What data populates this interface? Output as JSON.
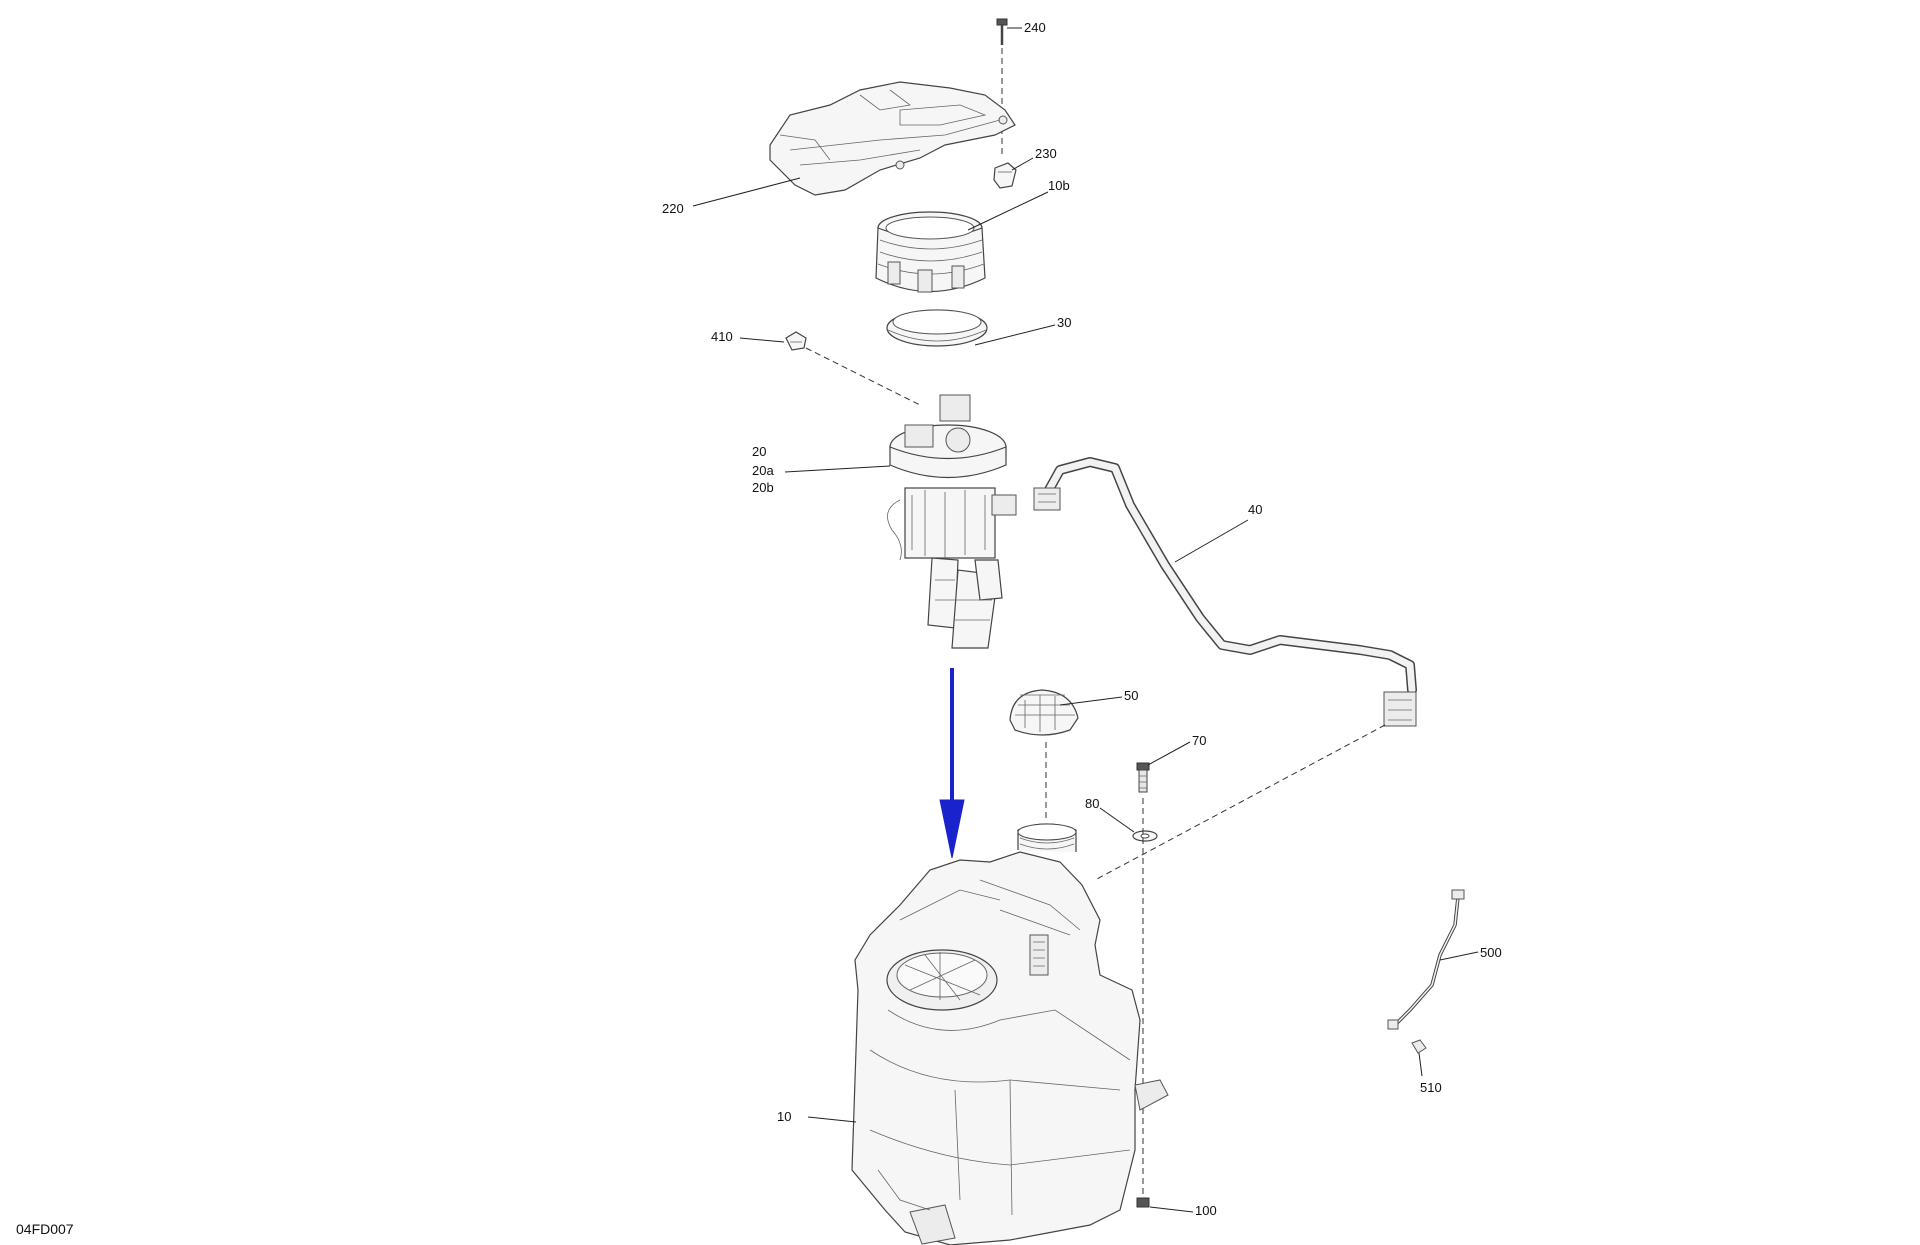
{
  "figure_ref": "04FD007",
  "colors": {
    "arrow": "#1a22cc",
    "line": "#222222",
    "part_fill": "#f6f6f6"
  },
  "callouts": {
    "c240": "240",
    "c230": "230",
    "c220": "220",
    "c10b": "10b",
    "c30": "30",
    "c410": "410",
    "c20": "20",
    "c20a": "20a",
    "c20b": "20b",
    "c40": "40",
    "c50": "50",
    "c70": "70",
    "c80": "80",
    "c500": "500",
    "c510": "510",
    "c10": "10",
    "c100": "100"
  }
}
